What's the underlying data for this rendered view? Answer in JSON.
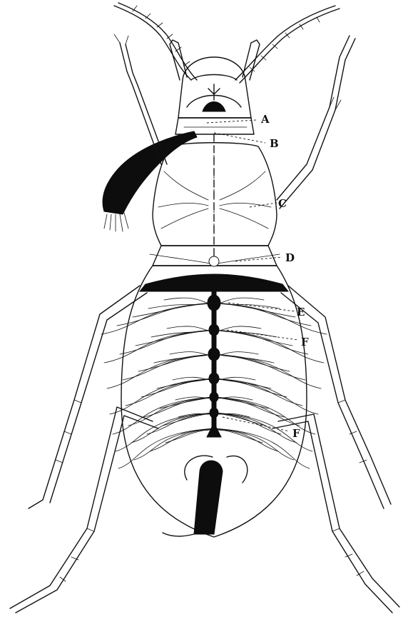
{
  "diagram": {
    "labels": {
      "a": "A",
      "b": "B",
      "c": "C",
      "d": "D",
      "e": "E",
      "f1": "F",
      "f2": "F"
    }
  }
}
